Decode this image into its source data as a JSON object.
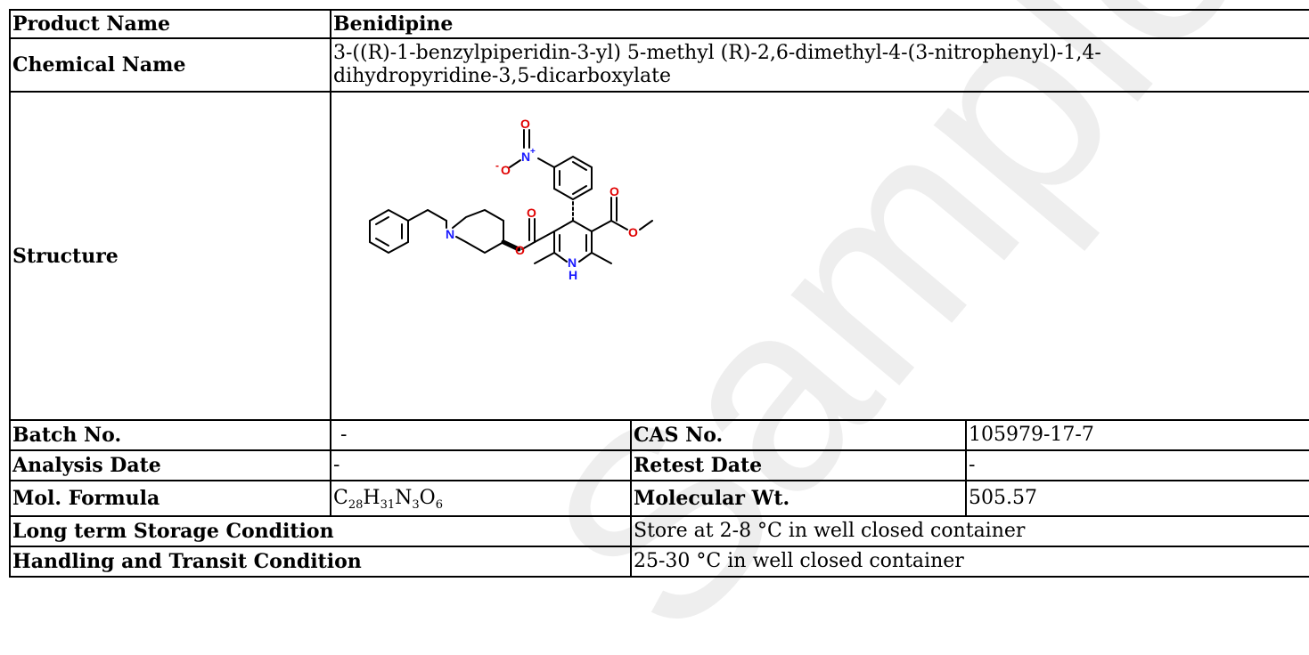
{
  "product": {
    "label": "Product Name",
    "value": "Benidipine"
  },
  "chemical": {
    "label": "Chemical Name",
    "value_line1": "3-((R)-1-benzylpiperidin-3-yl) 5-methyl (R)-2,6-dimethyl-4-(3-nitrophenyl)-1,4-",
    "value_line2": "dihydropyridine-3,5-dicarboxylate"
  },
  "structure": {
    "label": "Structure",
    "atoms": {
      "o_top": "O",
      "n_plus": "N",
      "plus": "+",
      "o_minus": "O",
      "minus": "-",
      "n_ring": "N",
      "o_ester1": "O",
      "o_ester1_dbl": "O",
      "o_ester2_dbl": "O",
      "o_ester2": "O",
      "nh_n": "N",
      "nh_h": "H"
    },
    "colors": {
      "oxygen": "#e00000",
      "nitrogen": "#1a1aff",
      "bond": "#000000"
    }
  },
  "batch": {
    "label": "Batch No.",
    "value": "-"
  },
  "cas": {
    "label": "CAS No.",
    "value": "105979-17-7"
  },
  "analysis": {
    "label": "Analysis Date",
    "value": "-"
  },
  "retest": {
    "label": "Retest Date",
    "value": "-"
  },
  "formula": {
    "label": "Mol. Formula",
    "parts": [
      "C",
      "28",
      "H",
      "31",
      "N",
      "3",
      "O",
      "6"
    ]
  },
  "mw": {
    "label": "Molecular Wt.",
    "value": "505.57"
  },
  "storage": {
    "label": "Long term Storage Condition",
    "value": "Store at 2-8 °C in well closed container"
  },
  "handling": {
    "label": "Handling and Transit Condition",
    "value": "25-30 °C in well closed container"
  },
  "watermark": {
    "text": "Sample COA",
    "color": "#e6e6e6"
  }
}
